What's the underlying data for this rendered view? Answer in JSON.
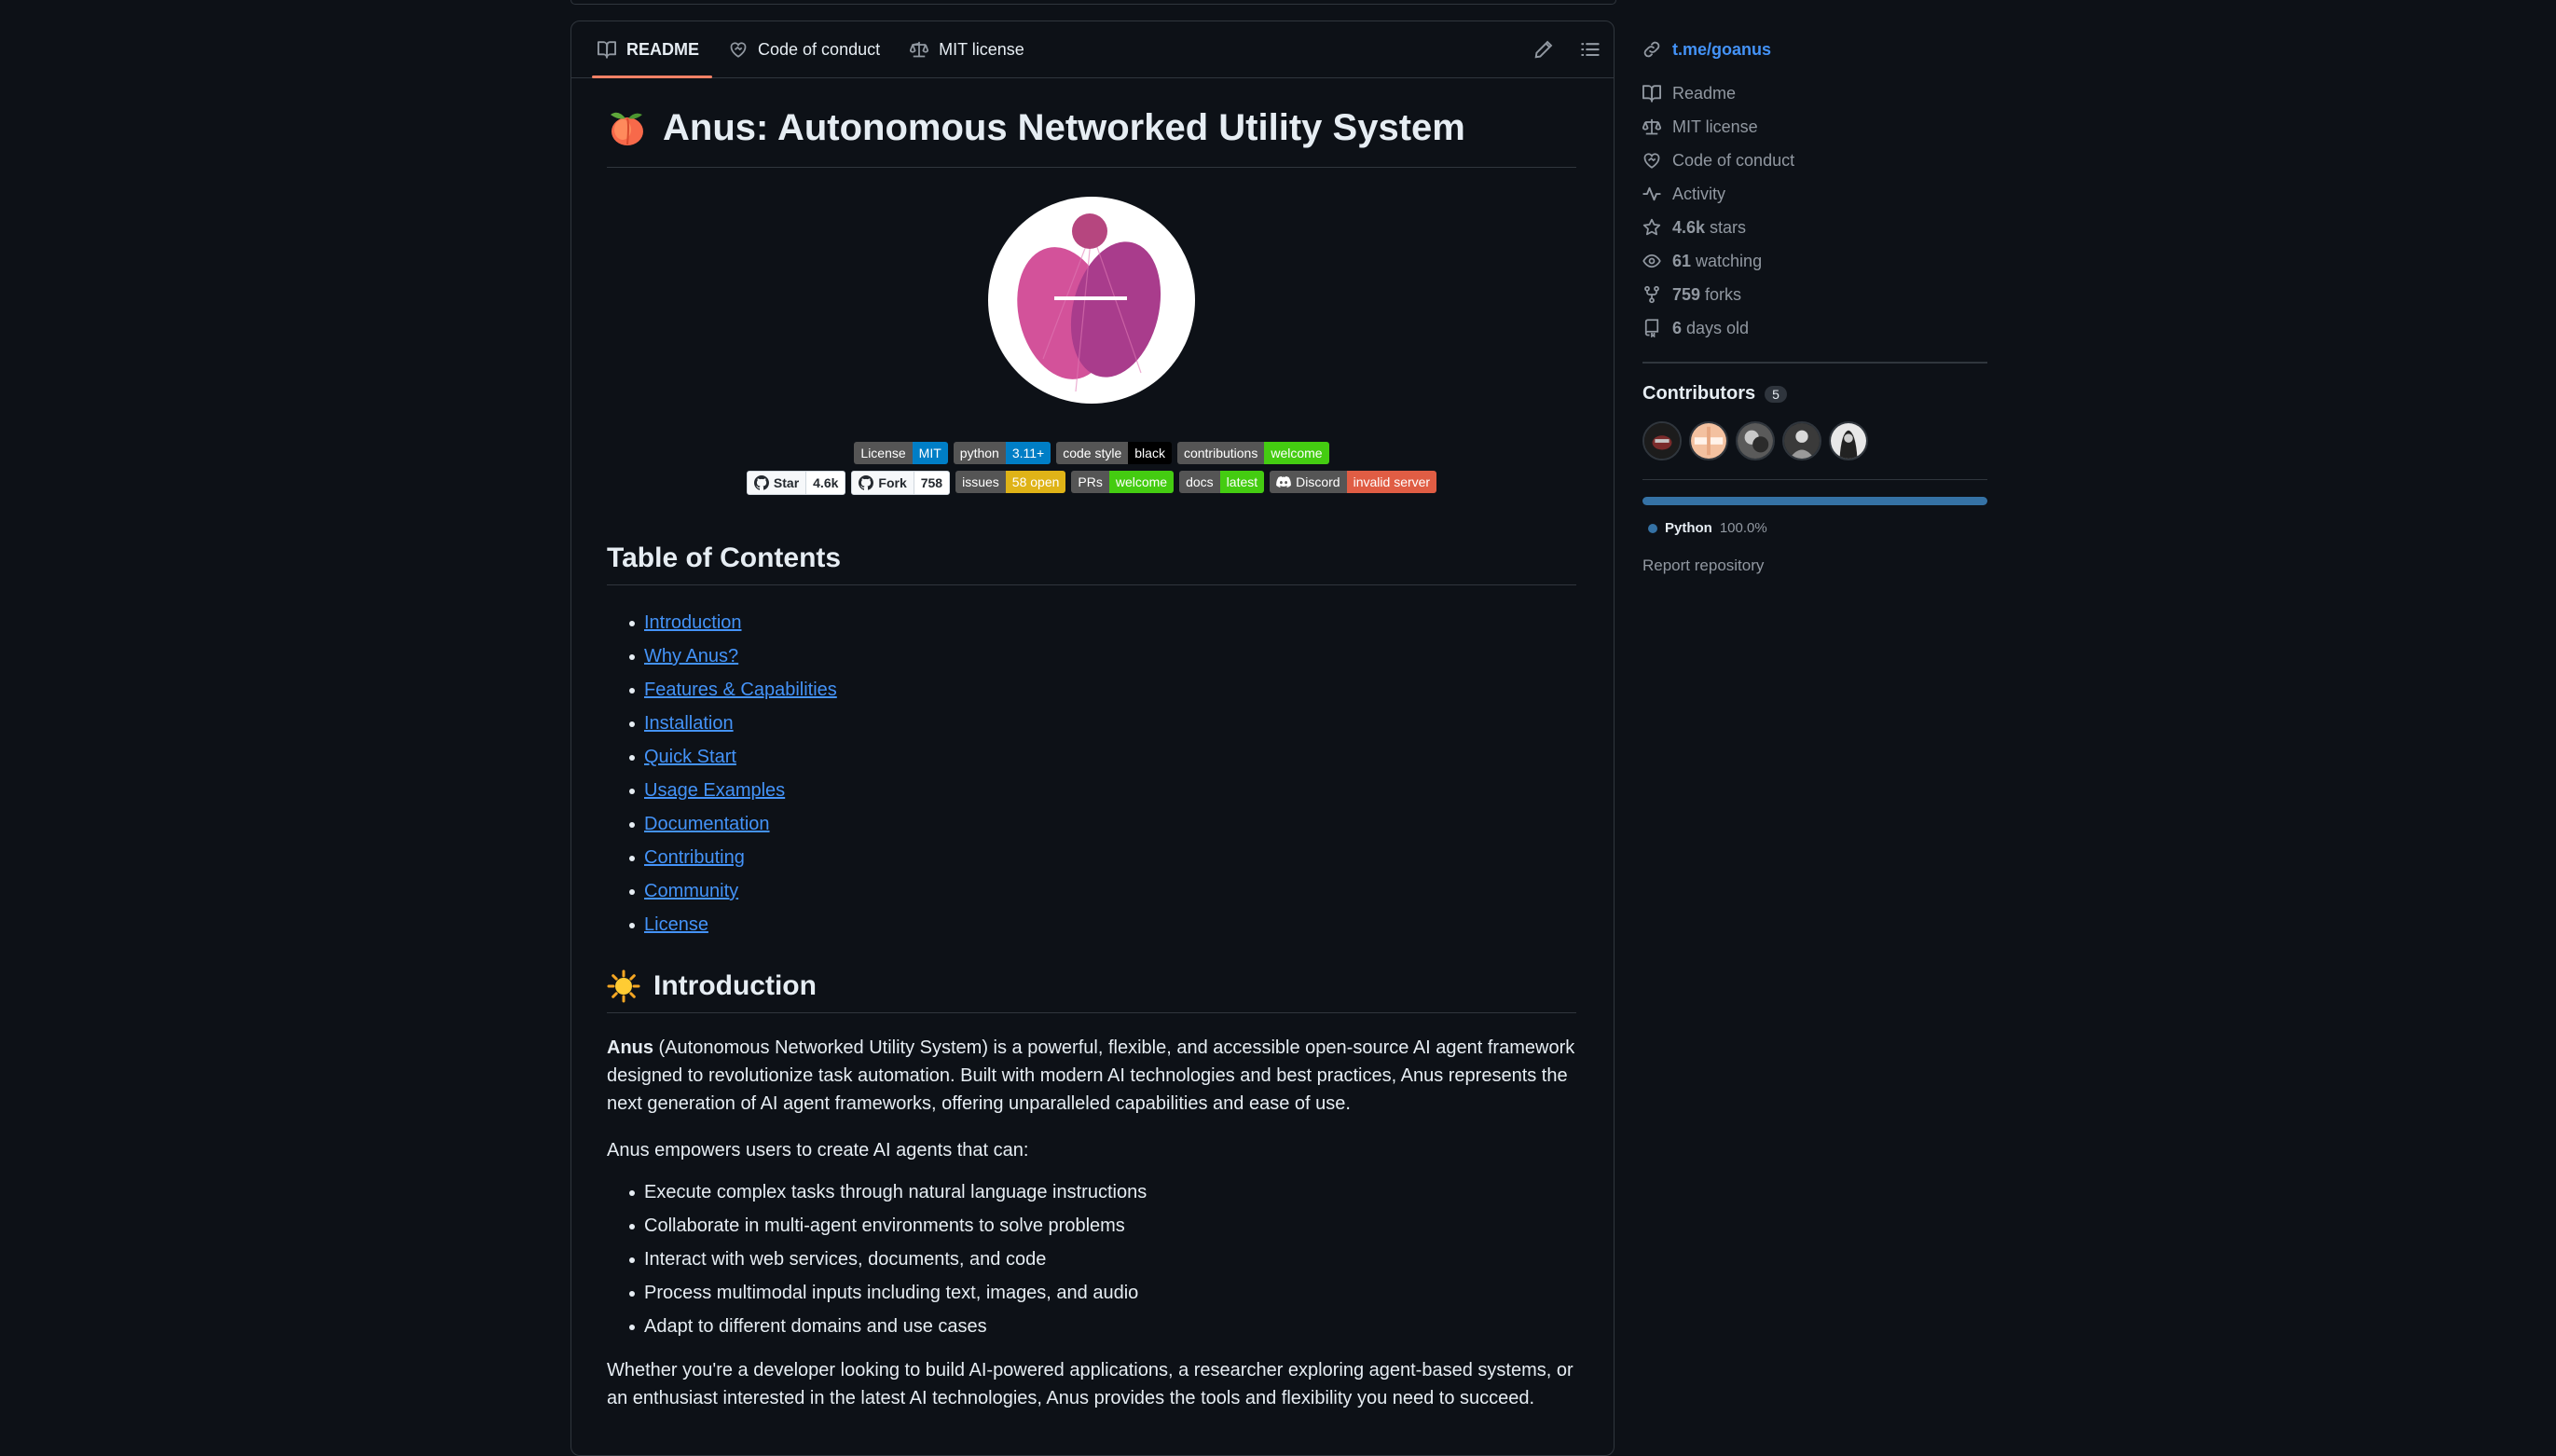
{
  "tabs": {
    "readme": "README",
    "conduct": "Code of conduct",
    "license": "MIT license"
  },
  "readme": {
    "title": "Anus: Autonomous Networked Utility System",
    "title_emoji": "peach-icon",
    "badges_row1": [
      {
        "label": "License",
        "value": "MIT",
        "color": "#007ec6"
      },
      {
        "label": "python",
        "value": "3.11+",
        "color": "#007ec6"
      },
      {
        "label": "code style",
        "value": "black",
        "color": "#000000"
      },
      {
        "label": "contributions",
        "value": "welcome",
        "color": "#4c1"
      }
    ],
    "badges_row2": {
      "star_label": "Star",
      "star_count": "4.6k",
      "fork_label": "Fork",
      "fork_count": "758",
      "others": [
        {
          "label": "issues",
          "value": "58 open",
          "color": "#dfb317"
        },
        {
          "label": "PRs",
          "value": "welcome",
          "color": "#4c1"
        },
        {
          "label": "docs",
          "value": "latest",
          "color": "#4c1"
        },
        {
          "label": "Discord",
          "value": "invalid server",
          "color": "#e05d44"
        }
      ]
    },
    "toc_heading": "Table of Contents",
    "toc": [
      "Introduction",
      "Why Anus?",
      "Features & Capabilities",
      "Installation",
      "Quick Start",
      "Usage Examples",
      "Documentation",
      "Contributing",
      "Community",
      "License"
    ],
    "intro_heading": "Introduction",
    "intro_emoji": "sun-icon",
    "intro_bold": "Anus",
    "intro_p1": " (Autonomous Networked Utility System) is a powerful, flexible, and accessible open-source AI agent framework designed to revolutionize task automation. Built with modern AI technologies and best practices, Anus represents the next generation of AI agent frameworks, offering unparalleled capabilities and ease of use.",
    "intro_p2": "Anus empowers users to create AI agents that can:",
    "capabilities": [
      "Execute complex tasks through natural language instructions",
      "Collaborate in multi-agent environments to solve problems",
      "Interact with web services, documents, and code",
      "Process multimodal inputs including text, images, and audio",
      "Adapt to different domains and use cases"
    ],
    "intro_p3": "Whether you're a developer looking to build AI-powered applications, a researcher exploring agent-based systems, or an enthusiast interested in the latest AI technologies, Anus provides the tools and flexibility you need to succeed."
  },
  "sidebar": {
    "link": "t.me/goanus",
    "meta": {
      "readme": "Readme",
      "license": "MIT license",
      "conduct": "Code of conduct",
      "activity": "Activity",
      "stars_count": "4.6k",
      "stars_label": " stars",
      "watching_count": "61",
      "watching_label": " watching",
      "forks_count": "759",
      "forks_label": " forks",
      "age_count": "6",
      "age_label": " days old"
    },
    "contributors_heading": "Contributors",
    "contributors_count": "5",
    "language": {
      "name": "Python",
      "percent": "100.0%",
      "color": "#3572A5"
    },
    "report": "Report repository"
  }
}
